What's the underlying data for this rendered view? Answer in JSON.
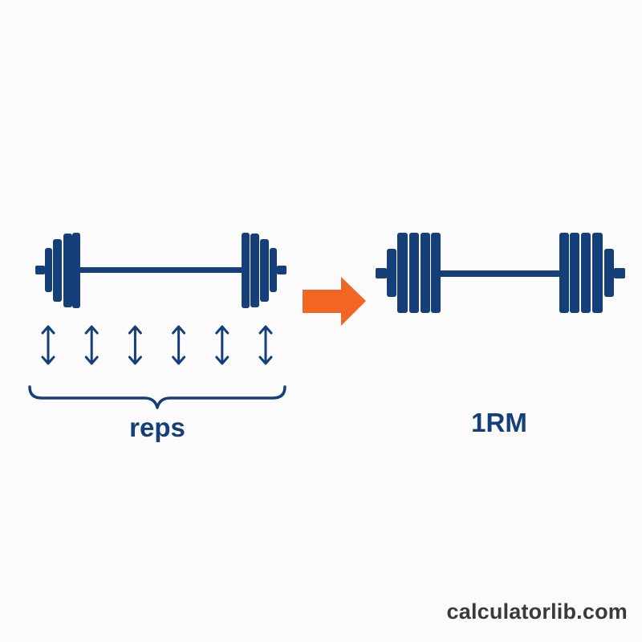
{
  "colors": {
    "background": "#fbfbfb",
    "barbell": "#143f78",
    "arrow": "#f26522",
    "text": "#143f78",
    "watermark": "#3a3a3a"
  },
  "icons": {
    "small_barbell": "barbell-icon",
    "rep_arrows": "up-down-arrow-icon",
    "brace": "curly-brace-icon",
    "transition": "right-arrow-icon",
    "large_barbell": "barbell-icon"
  },
  "labels": {
    "reps": "reps",
    "one_rep_max": "1RM"
  },
  "rep_count": 6,
  "watermark": "calculatorlib.com"
}
